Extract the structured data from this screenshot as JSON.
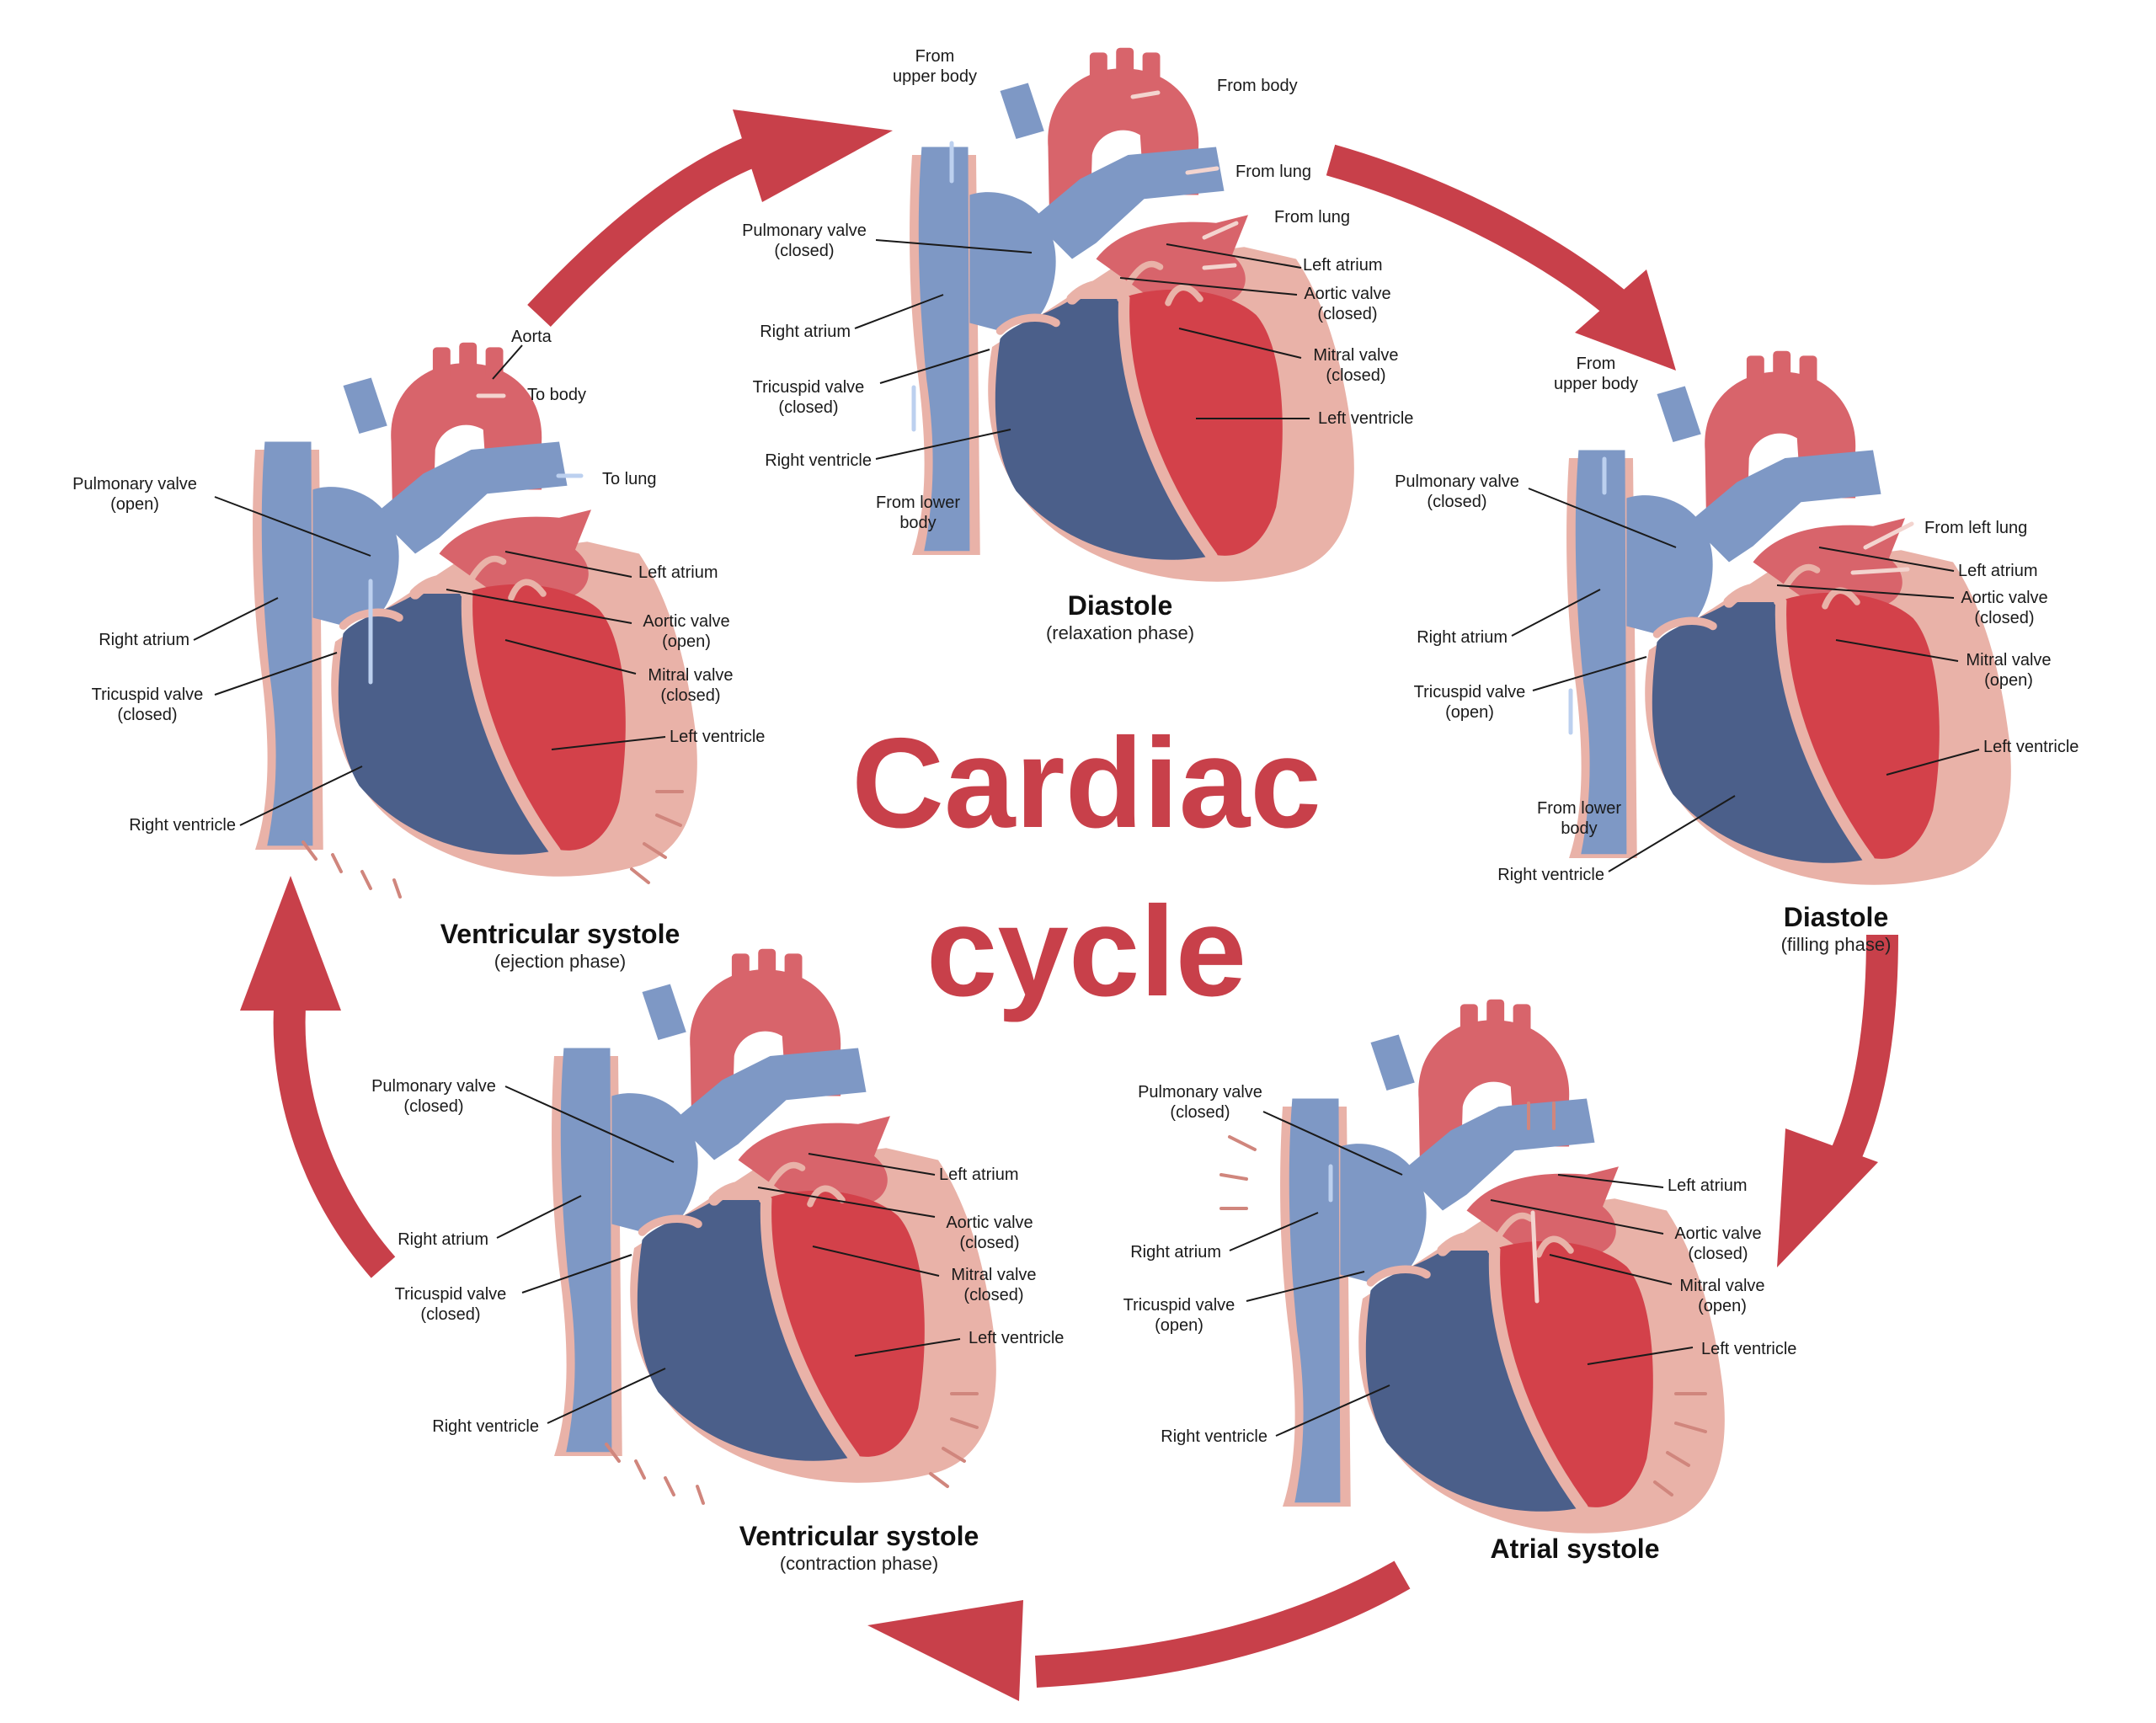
{
  "title": {
    "line1": "Cardiac",
    "line2": "cycle"
  },
  "colors": {
    "arrow": "#c8404a",
    "blood_red": "#d3414a",
    "blood_dark": "#a22d35",
    "atrium_red": "#d8646b",
    "vein_blue": "#7e98c5",
    "vent_blue": "#4b5f8a",
    "wall_pink": "#e9b2a8",
    "text": "#1a1a1a"
  },
  "panels": [
    {
      "id": "top",
      "title": "Diastole",
      "subtitle": "(relaxation phase)",
      "labels": [
        {
          "l1": "From",
          "l2": "upper body"
        },
        {
          "l1": "From body",
          "l2": ""
        },
        {
          "l1": "From lung",
          "l2": ""
        },
        {
          "l1": "From lung",
          "l2": ""
        },
        {
          "l1": "Pulmonary valve",
          "l2": "(closed)"
        },
        {
          "l1": "Left atrium",
          "l2": ""
        },
        {
          "l1": "Aortic valve",
          "l2": "(closed)"
        },
        {
          "l1": "Right atrium",
          "l2": ""
        },
        {
          "l1": "Mitral  valve",
          "l2": "(closed)"
        },
        {
          "l1": "Tricuspid  valve",
          "l2": "(closed)"
        },
        {
          "l1": "Left ventricle",
          "l2": ""
        },
        {
          "l1": "Right ventricle",
          "l2": ""
        },
        {
          "l1": "From lower",
          "l2": "body"
        }
      ]
    },
    {
      "id": "right",
      "title": "Diastole",
      "subtitle": "(filling phase)",
      "labels": [
        {
          "l1": "From",
          "l2": "upper body"
        },
        {
          "l1": "Pulmonary valve",
          "l2": "(closed)"
        },
        {
          "l1": "From left lung",
          "l2": ""
        },
        {
          "l1": "Left atrium",
          "l2": ""
        },
        {
          "l1": "Aortic valve",
          "l2": "(closed)"
        },
        {
          "l1": "Right atrium",
          "l2": ""
        },
        {
          "l1": "Mitral  valve",
          "l2": "(open)"
        },
        {
          "l1": "Tricuspid  valve",
          "l2": "(open)"
        },
        {
          "l1": "Left ventricle",
          "l2": ""
        },
        {
          "l1": "From lower",
          "l2": "body"
        },
        {
          "l1": "Right ventricle",
          "l2": ""
        }
      ]
    },
    {
      "id": "bottom-right",
      "title": "Atrial  systole",
      "subtitle": "",
      "labels": [
        {
          "l1": "Pulmonary valve",
          "l2": "(closed)"
        },
        {
          "l1": "Left atrium",
          "l2": ""
        },
        {
          "l1": "Aortic valve",
          "l2": "(closed)"
        },
        {
          "l1": "Right atrium",
          "l2": ""
        },
        {
          "l1": "Mitral  valve",
          "l2": "(open)"
        },
        {
          "l1": "Tricuspid  valve",
          "l2": "(open)"
        },
        {
          "l1": "Left ventricle",
          "l2": ""
        },
        {
          "l1": "Right ventricle",
          "l2": ""
        }
      ]
    },
    {
      "id": "bottom-left",
      "title": "Ventricular systole",
      "subtitle": "(contraction phase)",
      "labels": [
        {
          "l1": "Pulmonary valve",
          "l2": "(closed)"
        },
        {
          "l1": "Left atrium",
          "l2": ""
        },
        {
          "l1": "Aortic valve",
          "l2": "(closed)"
        },
        {
          "l1": "Right atrium",
          "l2": ""
        },
        {
          "l1": "Mitral  valve",
          "l2": "(closed)"
        },
        {
          "l1": "Tricuspid  valve",
          "l2": "(closed)"
        },
        {
          "l1": "Left ventricle",
          "l2": ""
        },
        {
          "l1": "Right ventricle",
          "l2": ""
        }
      ]
    },
    {
      "id": "left",
      "title": "Ventricular systole",
      "subtitle": "(ejection phase)",
      "labels": [
        {
          "l1": "Aorta",
          "l2": ""
        },
        {
          "l1": "To body",
          "l2": ""
        },
        {
          "l1": "To lung",
          "l2": ""
        },
        {
          "l1": "Pulmonary valve",
          "l2": "(open)"
        },
        {
          "l1": "Left atrium",
          "l2": ""
        },
        {
          "l1": "Aortic valve",
          "l2": "(open)"
        },
        {
          "l1": "Right atrium",
          "l2": ""
        },
        {
          "l1": "Mitral  valve",
          "l2": "(closed)"
        },
        {
          "l1": "Tricuspid  valve",
          "l2": "(closed)"
        },
        {
          "l1": "Left ventricle",
          "l2": ""
        },
        {
          "l1": "Right ventricle",
          "l2": ""
        }
      ]
    }
  ]
}
